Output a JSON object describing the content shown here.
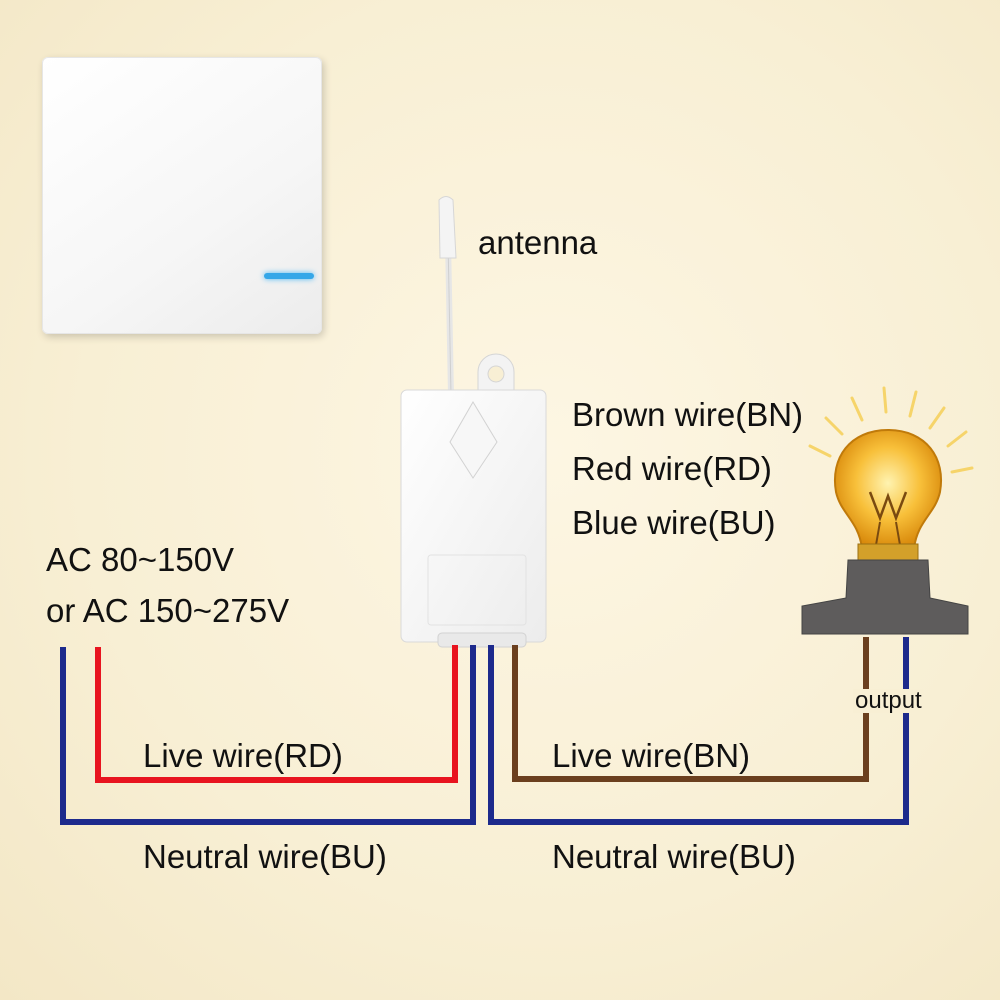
{
  "labels": {
    "antenna": "antenna",
    "brown_wire": "Brown wire(BN)",
    "red_wire": "Red wire(RD)",
    "blue_wire": "Blue wire(BU)",
    "supply_line1": "AC 80~150V",
    "supply_line2": "or AC 150~275V",
    "live_wire_input": "Live wire(RD)",
    "neutral_wire_input": "Neutral wire(BU)",
    "live_wire_output": "Live wire(BN)",
    "neutral_wire_output": "Neutral wire(BU)",
    "output": "output"
  },
  "colors": {
    "red_wire": "#e8141f",
    "blue_wire": "#1d2a8c",
    "brown_wire": "#6b3f1e",
    "switch_led": "#35a7e8",
    "lamp_base": "#5e5c5c",
    "bulb_glow": "#f6b21a"
  }
}
